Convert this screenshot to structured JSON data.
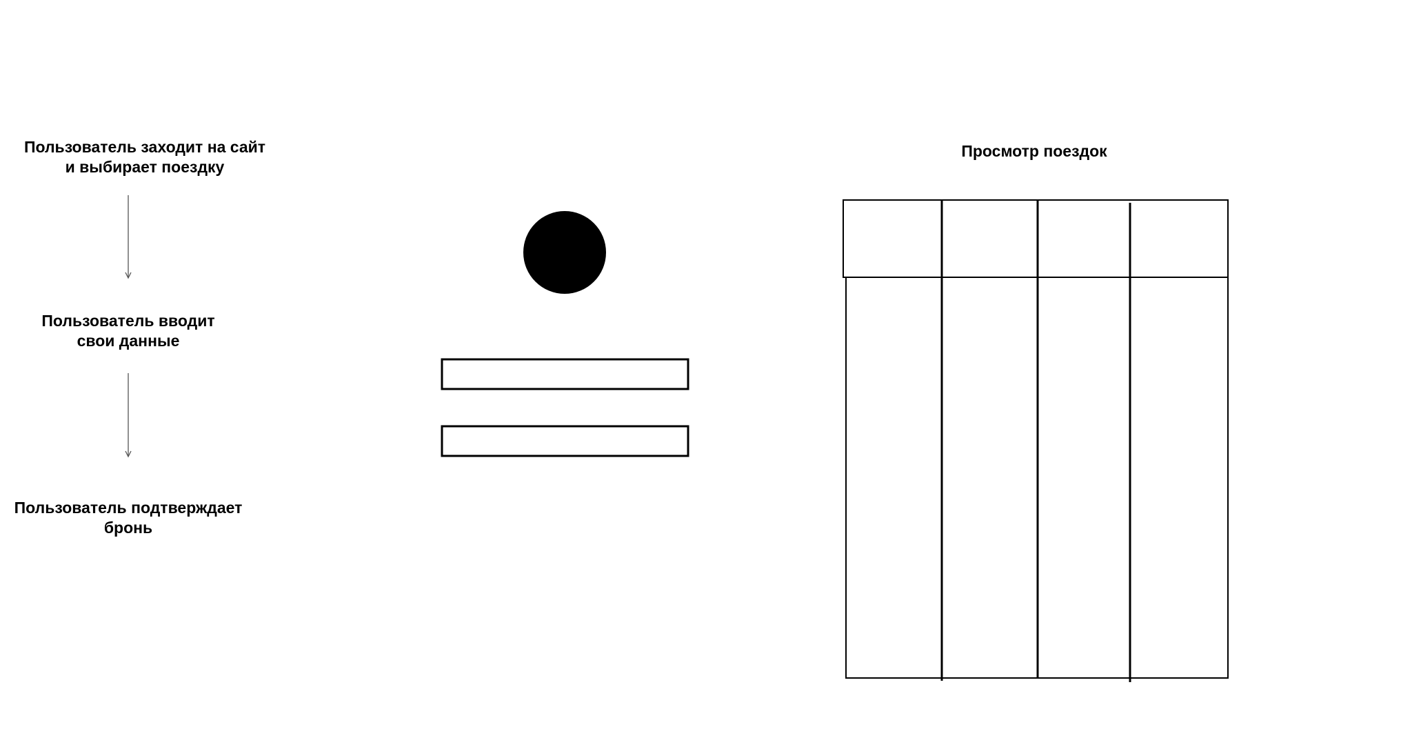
{
  "flow": {
    "steps": [
      {
        "line1": "Пользователь заходит  на сайт",
        "line2": "и выбирает поездку"
      },
      {
        "line1": "Пользователь вводит",
        "line2": "свои данные"
      },
      {
        "line1": "Пользователь подтверждает",
        "line2": "бронь"
      }
    ]
  },
  "login_mockup": {
    "avatar_color": "#000000",
    "fields": [
      "",
      ""
    ]
  },
  "trips_view": {
    "title": "Просмотр поездок",
    "columns": 4,
    "header_cells": [
      "",
      "",
      "",
      ""
    ],
    "body_cells": [
      "",
      "",
      "",
      ""
    ]
  },
  "colors": {
    "background": "#ffffff",
    "stroke": "#000000",
    "arrow": "#555555"
  }
}
